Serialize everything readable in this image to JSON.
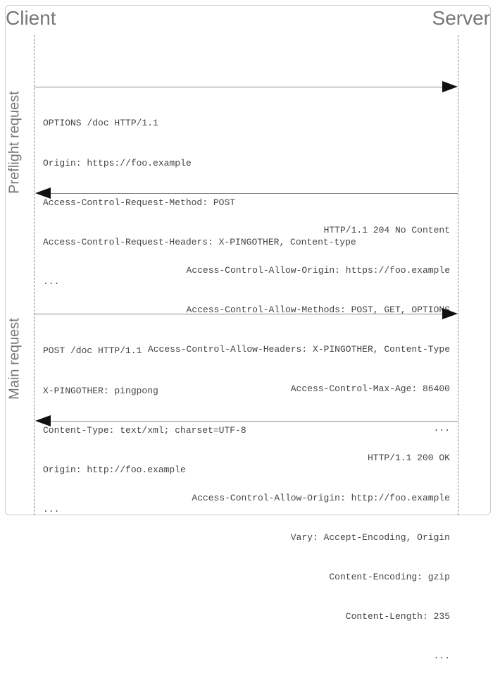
{
  "participants": {
    "client": "Client",
    "server": "Server"
  },
  "phases": {
    "preflight": "Preflight request",
    "main": "Main request"
  },
  "messages": {
    "preflight_request": [
      "OPTIONS /doc HTTP/1.1",
      "Origin: https://foo.example",
      "Access-Control-Request-Method: POST",
      "Access-Control-Request-Headers: X-PINGOTHER, Content-type",
      "..."
    ],
    "preflight_response": [
      "HTTP/1.1 204 No Content",
      "Access-Control-Allow-Origin: https://foo.example",
      "Access-Control-Allow-Methods: POST, GET, OPTIONS",
      "Access-Control-Allow-Headers: X-PINGOTHER, Content-Type",
      "Access-Control-Max-Age: 86400",
      "..."
    ],
    "main_request": [
      "POST /doc HTTP/1.1",
      "X-PINGOTHER: pingpong",
      "Content-Type: text/xml; charset=UTF-8",
      "Origin: http://foo.example",
      "..."
    ],
    "main_response": [
      "HTTP/1.1 200 OK",
      "Access-Control-Allow-Origin: http://foo.example",
      "Vary: Accept-Encoding, Origin",
      "Content-Encoding: gzip",
      "Content-Length: 235",
      "..."
    ]
  },
  "colors": {
    "title": "#777777",
    "text": "#444444",
    "line": "#888888",
    "arrowhead": "#111111",
    "border": "#cccccc"
  }
}
